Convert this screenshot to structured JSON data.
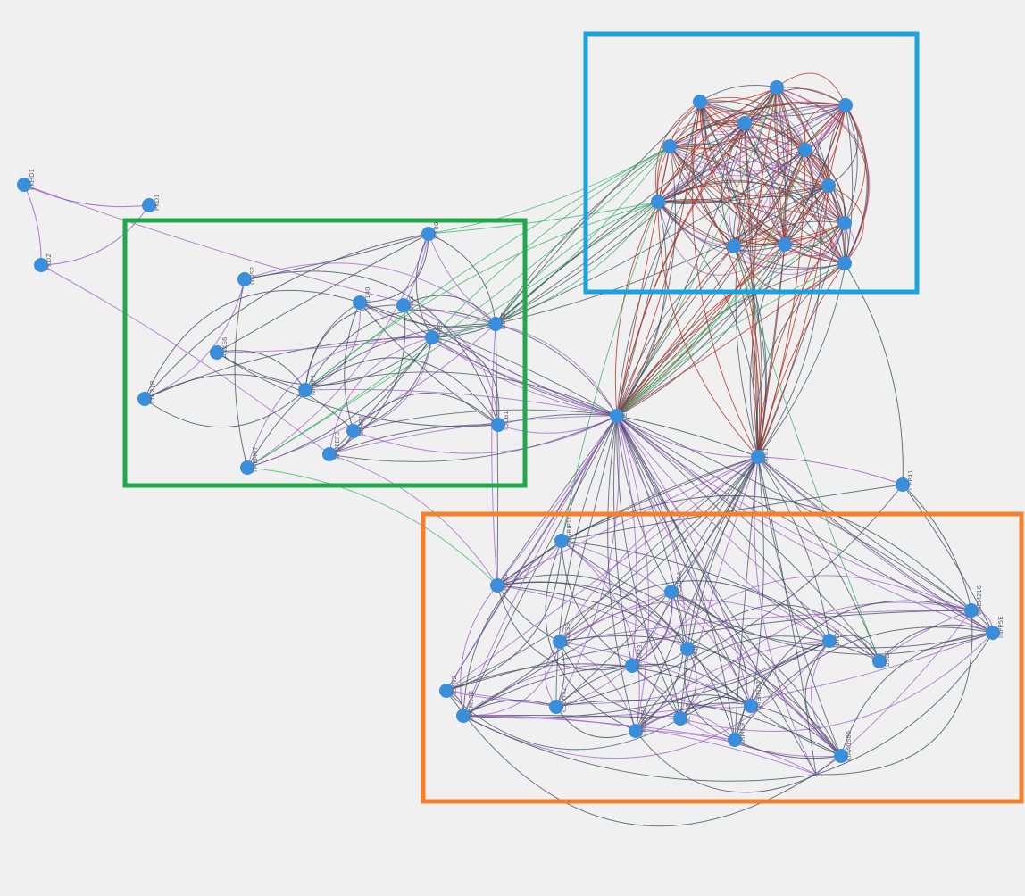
{
  "colors": {
    "background": "#f0f0f0",
    "node": "#3a8fdc",
    "edge_dark": "#3d4a5c",
    "edge_purple": "#9b59c6",
    "edge_red": "#b23a2a",
    "edge_green": "#2fae5f",
    "box_blue": "#1aa3e0",
    "box_green": "#20a84a",
    "box_orange": "#f57f2a"
  },
  "clusters": [
    {
      "id": "blue-cluster",
      "color": "#1aa3e0"
    },
    {
      "id": "green-cluster",
      "color": "#20a84a"
    },
    {
      "id": "orange-cluster",
      "color": "#f57f2a"
    }
  ],
  "nodes": [
    {
      "id": "a1",
      "label": "PKHD1"
    },
    {
      "id": "a2",
      "label": "PKD1"
    },
    {
      "id": "a3",
      "label": "PKD2"
    },
    {
      "id": "g1",
      "label": "GLIS2"
    },
    {
      "id": "g2",
      "label": "IFT80"
    },
    {
      "id": "g3",
      "label": "IFT140"
    },
    {
      "id": "g4",
      "label": "INVS"
    },
    {
      "id": "g5",
      "label": "NPHP3"
    },
    {
      "id": "g6",
      "label": "NEK8"
    },
    {
      "id": "g7",
      "label": "ANKS6"
    },
    {
      "id": "g8",
      "label": "TTC21B"
    },
    {
      "id": "g9",
      "label": "NPHP1"
    },
    {
      "id": "g10",
      "label": "NPHP4"
    },
    {
      "id": "g11",
      "label": "IQCB1"
    },
    {
      "id": "g12",
      "label": "XPNPEP3"
    },
    {
      "id": "g13",
      "label": "TMEM67"
    },
    {
      "id": "b1",
      "label": ""
    },
    {
      "id": "b2",
      "label": ""
    },
    {
      "id": "b3",
      "label": ""
    },
    {
      "id": "b4",
      "label": ""
    },
    {
      "id": "b5",
      "label": ""
    },
    {
      "id": "b6",
      "label": ""
    },
    {
      "id": "b7",
      "label": ""
    },
    {
      "id": "b8",
      "label": ""
    },
    {
      "id": "b9",
      "label": ""
    },
    {
      "id": "b10",
      "label": ""
    },
    {
      "id": "b11",
      "label": ""
    },
    {
      "id": "b12",
      "label": ""
    },
    {
      "id": "h1",
      "label": "CEP290"
    },
    {
      "id": "h2",
      "label": "AHI1"
    },
    {
      "id": "h3",
      "label": "CEP41"
    },
    {
      "id": "o1",
      "label": "RPGRIP1L"
    },
    {
      "id": "o2",
      "label": "MKS1"
    },
    {
      "id": "o3",
      "label": "CC2D2A"
    },
    {
      "id": "o4",
      "label": "TMEM216"
    },
    {
      "id": "o5",
      "label": "INPP5E"
    },
    {
      "id": "o6",
      "label": "ARL13B"
    },
    {
      "id": "o7",
      "label": "KIF7"
    },
    {
      "id": "o8",
      "label": "OFD1"
    },
    {
      "id": "o9",
      "label": "TMEM231"
    },
    {
      "id": "o10",
      "label": "B9D1"
    },
    {
      "id": "o11",
      "label": "TCTN2"
    },
    {
      "id": "o12",
      "label": "TMEM138"
    },
    {
      "id": "o13",
      "label": "C5orf42"
    },
    {
      "id": "o14",
      "label": "TMEM237"
    },
    {
      "id": "o15",
      "label": "TCTN3"
    },
    {
      "id": "o16",
      "label": "TMEM107"
    },
    {
      "id": "o17",
      "label": "ARMC9"
    },
    {
      "id": "o18",
      "label": "KIAA0586"
    }
  ]
}
